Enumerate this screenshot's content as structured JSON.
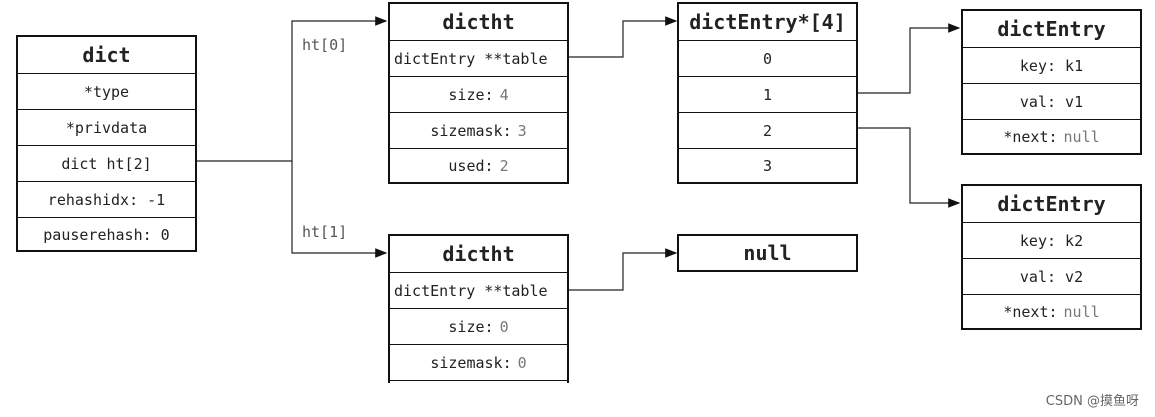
{
  "dict": {
    "title": "dict",
    "fields": [
      "*type",
      "*privdata",
      "dict ht[2]",
      "rehashidx: -1",
      "pauserehash: 0"
    ]
  },
  "labels": {
    "ht0": "ht[0]",
    "ht1": "ht[1]"
  },
  "ht0": {
    "title": "dictht",
    "table": "dictEntry **table",
    "size_label": "size:",
    "size": "4",
    "sizemask_label": "sizemask:",
    "sizemask": "3",
    "used_label": "used:",
    "used": "2"
  },
  "ht1": {
    "title": "dictht",
    "table": "dictEntry **table",
    "size_label": "size:",
    "size": "0",
    "sizemask_label": "sizemask:",
    "sizemask": "0"
  },
  "array": {
    "title": "dictEntry*[4]",
    "slots": [
      "0",
      "1",
      "2",
      "3"
    ]
  },
  "null_box": "null",
  "entry1": {
    "title": "dictEntry",
    "key": "key: k1",
    "val": "val: v1",
    "next_label": "*next:",
    "next": "null"
  },
  "entry2": {
    "title": "dictEntry",
    "key": "key: k2",
    "val": "val: v2",
    "next_label": "*next:",
    "next": "null"
  },
  "watermark": "CSDN @摸鱼呀"
}
